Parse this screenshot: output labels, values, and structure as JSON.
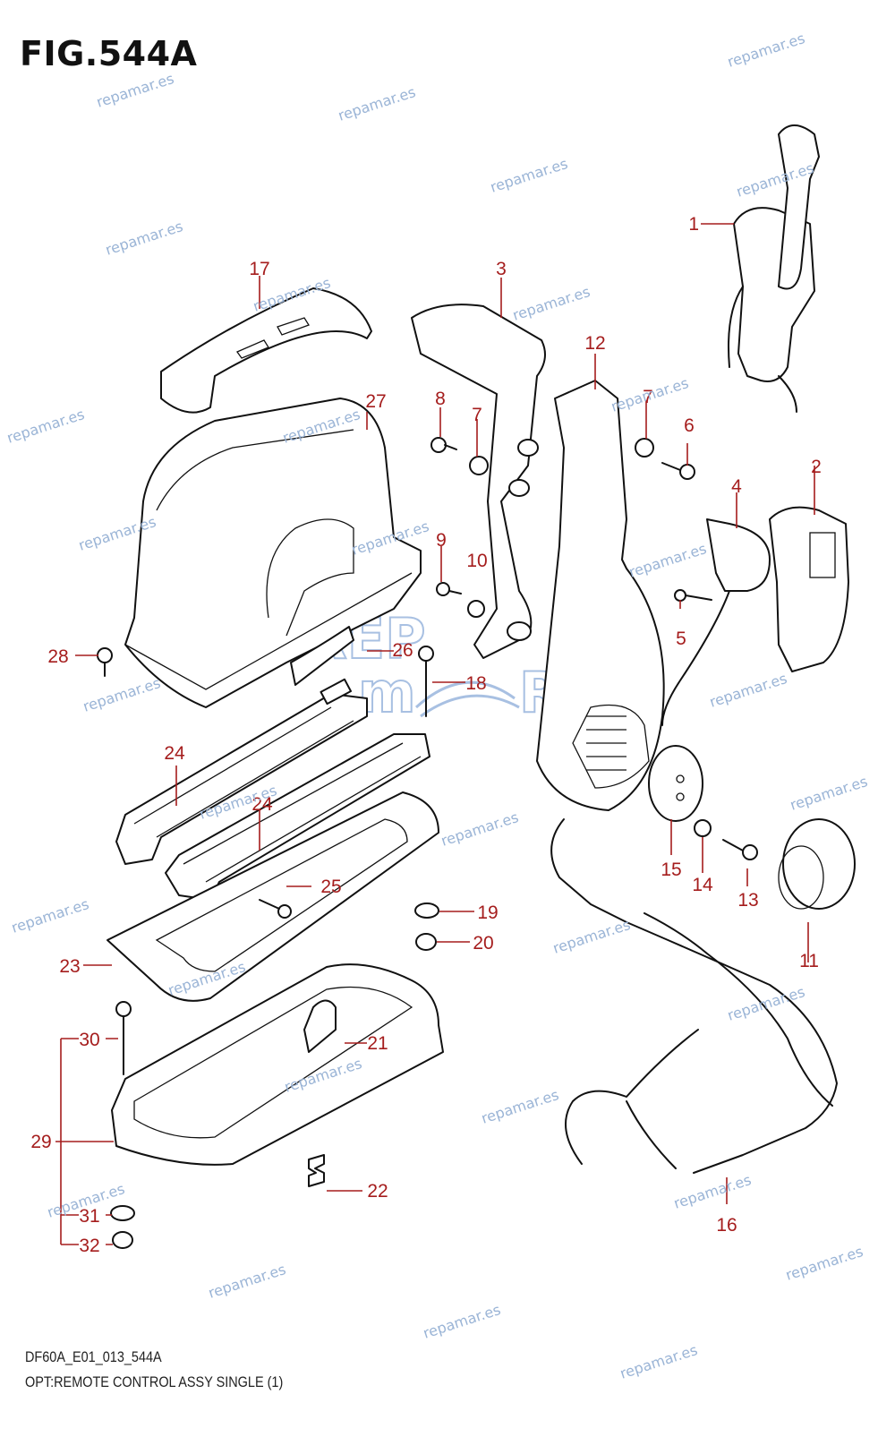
{
  "figure": {
    "title": "FIG.544A",
    "code": "DF60A_E01_013_544A",
    "description": "OPT:REMOTE CONTROL ASSY SINGLE (1)"
  },
  "colors": {
    "callout": "#a51d1d",
    "watermark": "#9ab4d6",
    "line": "#111111"
  },
  "watermark": "repamar.es",
  "callouts": [
    "1",
    "2",
    "3",
    "4",
    "5",
    "6",
    "7",
    "7",
    "8",
    "9",
    "10",
    "11",
    "12",
    "13",
    "14",
    "15",
    "16",
    "17",
    "18",
    "19",
    "20",
    "21",
    "22",
    "23",
    "24",
    "24",
    "25",
    "26",
    "27",
    "28",
    "29",
    "30",
    "31",
    "32"
  ]
}
